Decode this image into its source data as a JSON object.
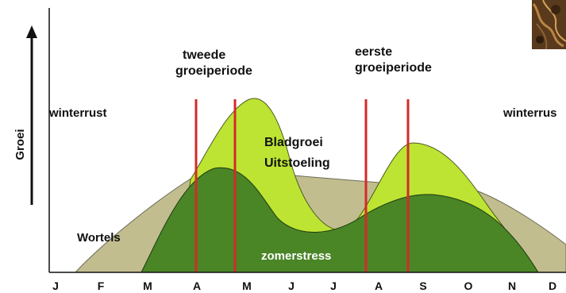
{
  "diagram": {
    "ylabel": "Groei",
    "labels": {
      "winterrust_left": "winterrust",
      "winterrust_right": "winterrus",
      "tweede_line1": "tweede",
      "tweede_line2": "groeiperiode",
      "eerste_line1": "eerste",
      "eerste_line2": "groeiperiode",
      "bladgroei": "Bladgroei",
      "uitstoeling": "Uitstoeling",
      "wortels": "Wortels",
      "zomerstress": "zomerstress"
    },
    "months": [
      "J",
      "F",
      "M",
      "A",
      "M",
      "J",
      "J",
      "A",
      "S",
      "O",
      "N",
      "D"
    ],
    "colors": {
      "roots": "#c2bd8f",
      "leaf": "#bde432",
      "tillering": "#4a8526",
      "period_lines": "#d42a2a",
      "axis": "#111111"
    }
  }
}
